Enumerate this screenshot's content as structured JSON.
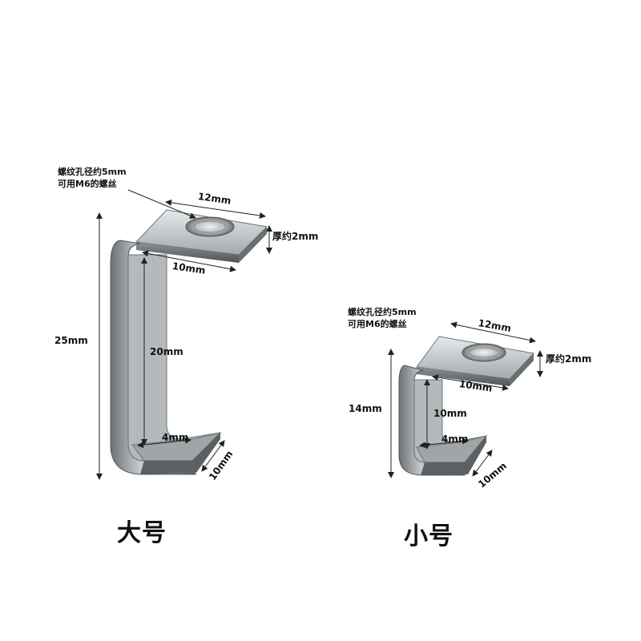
{
  "large": {
    "title": "大号",
    "note_line1": "螺纹孔径约5mm",
    "note_line2": "可用M6的螺丝",
    "dim_top_length": "12mm",
    "dim_thickness": "厚约2mm",
    "dim_top_inner": "10mm",
    "dim_total_height": "25mm",
    "dim_inner_height": "20mm",
    "dim_lip": "4mm",
    "dim_width": "10mm"
  },
  "small": {
    "title": "小号",
    "note_line1": "螺纹孔径约5mm",
    "note_line2": "可用M6的螺丝",
    "dim_top_length": "12mm",
    "dim_thickness": "厚约2mm",
    "dim_top_inner": "10mm",
    "dim_total_height": "14mm",
    "dim_inner_height": "10mm",
    "dim_lip": "4mm",
    "dim_width": "10mm"
  },
  "colors": {
    "metal_light": "#d9dde0",
    "metal_mid": "#a9aeb2",
    "metal_dark": "#5f6467",
    "dimension_line": "#222222"
  }
}
